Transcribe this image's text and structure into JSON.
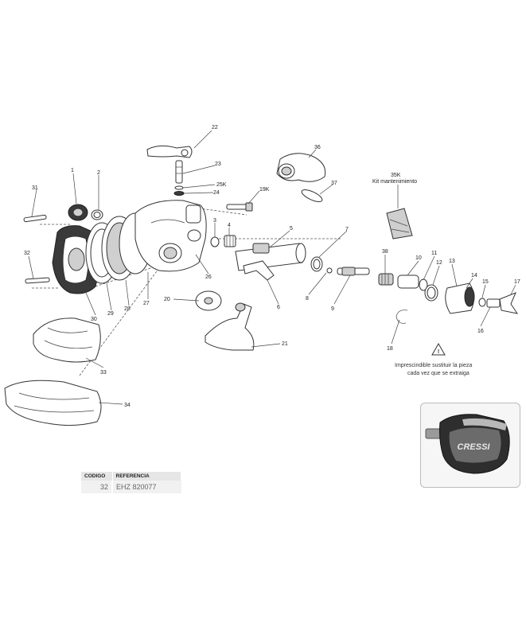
{
  "callouts": {
    "p1": "1",
    "p2": "2",
    "p3": "3",
    "p4": "4",
    "p5": "5",
    "p6": "6",
    "p7": "7",
    "p8": "8",
    "p9": "9",
    "p10": "10",
    "p11": "11",
    "p12": "12",
    "p13": "13",
    "p14": "14",
    "p15": "15",
    "p16": "16",
    "p17": "17",
    "p18": "18",
    "p20": "20",
    "p21": "21",
    "p22": "22",
    "p23": "23",
    "p24": "24",
    "p25k": "25K",
    "p26": "26",
    "p27": "27",
    "p28": "28",
    "p29": "29",
    "p30": "30",
    "p31": "31",
    "p32": "32",
    "p33": "33",
    "p34": "34",
    "p35k": "35K",
    "p36": "36",
    "p37": "37",
    "p38": "38",
    "p19k": "19K"
  },
  "kit_label": "Kit mantenimiento",
  "warning": {
    "line1": "Imprescindible sustituir la pieza",
    "line2": "cada vez que se extraiga"
  },
  "reference_table": {
    "header_code": "CODIGO",
    "header_ref": "REFERENCIA",
    "row_code": "32",
    "row_ref": "EHZ 820077"
  },
  "photo_brand": "CRESSI",
  "colors": {
    "line": "#333333",
    "table_header": "#e6e6e6",
    "table_cell": "#f1f1f1"
  }
}
